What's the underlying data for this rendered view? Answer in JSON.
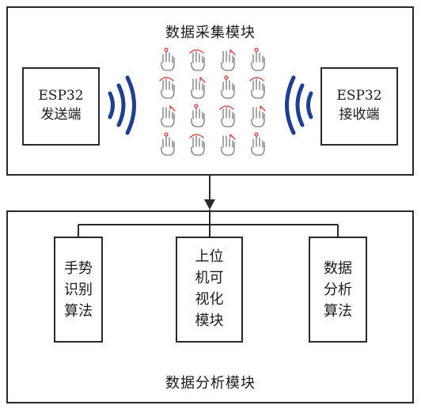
{
  "collection": {
    "title": "数据采集模块",
    "sender": {
      "line1": "ESP32",
      "line2": "发送端"
    },
    "receiver": {
      "line1": "ESP32",
      "line2": "接收端"
    }
  },
  "analysis": {
    "title": "数据分析模块",
    "sub1": {
      "l1": "手势",
      "l2": "识别",
      "l3": "算法"
    },
    "sub2": {
      "l1": "上位",
      "l2": "机可",
      "l3": "视化",
      "l4": "模块"
    },
    "sub3": {
      "l1": "数据",
      "l2": "分析",
      "l3": "算法"
    }
  },
  "colors": {
    "wave": "#1f3f93",
    "line": "#2a2a2a",
    "gesture": "#7a7a7a",
    "arrow": "#d03a3a"
  },
  "icons": [
    "wifi-wave-icon",
    "hand-gesture-icon"
  ]
}
